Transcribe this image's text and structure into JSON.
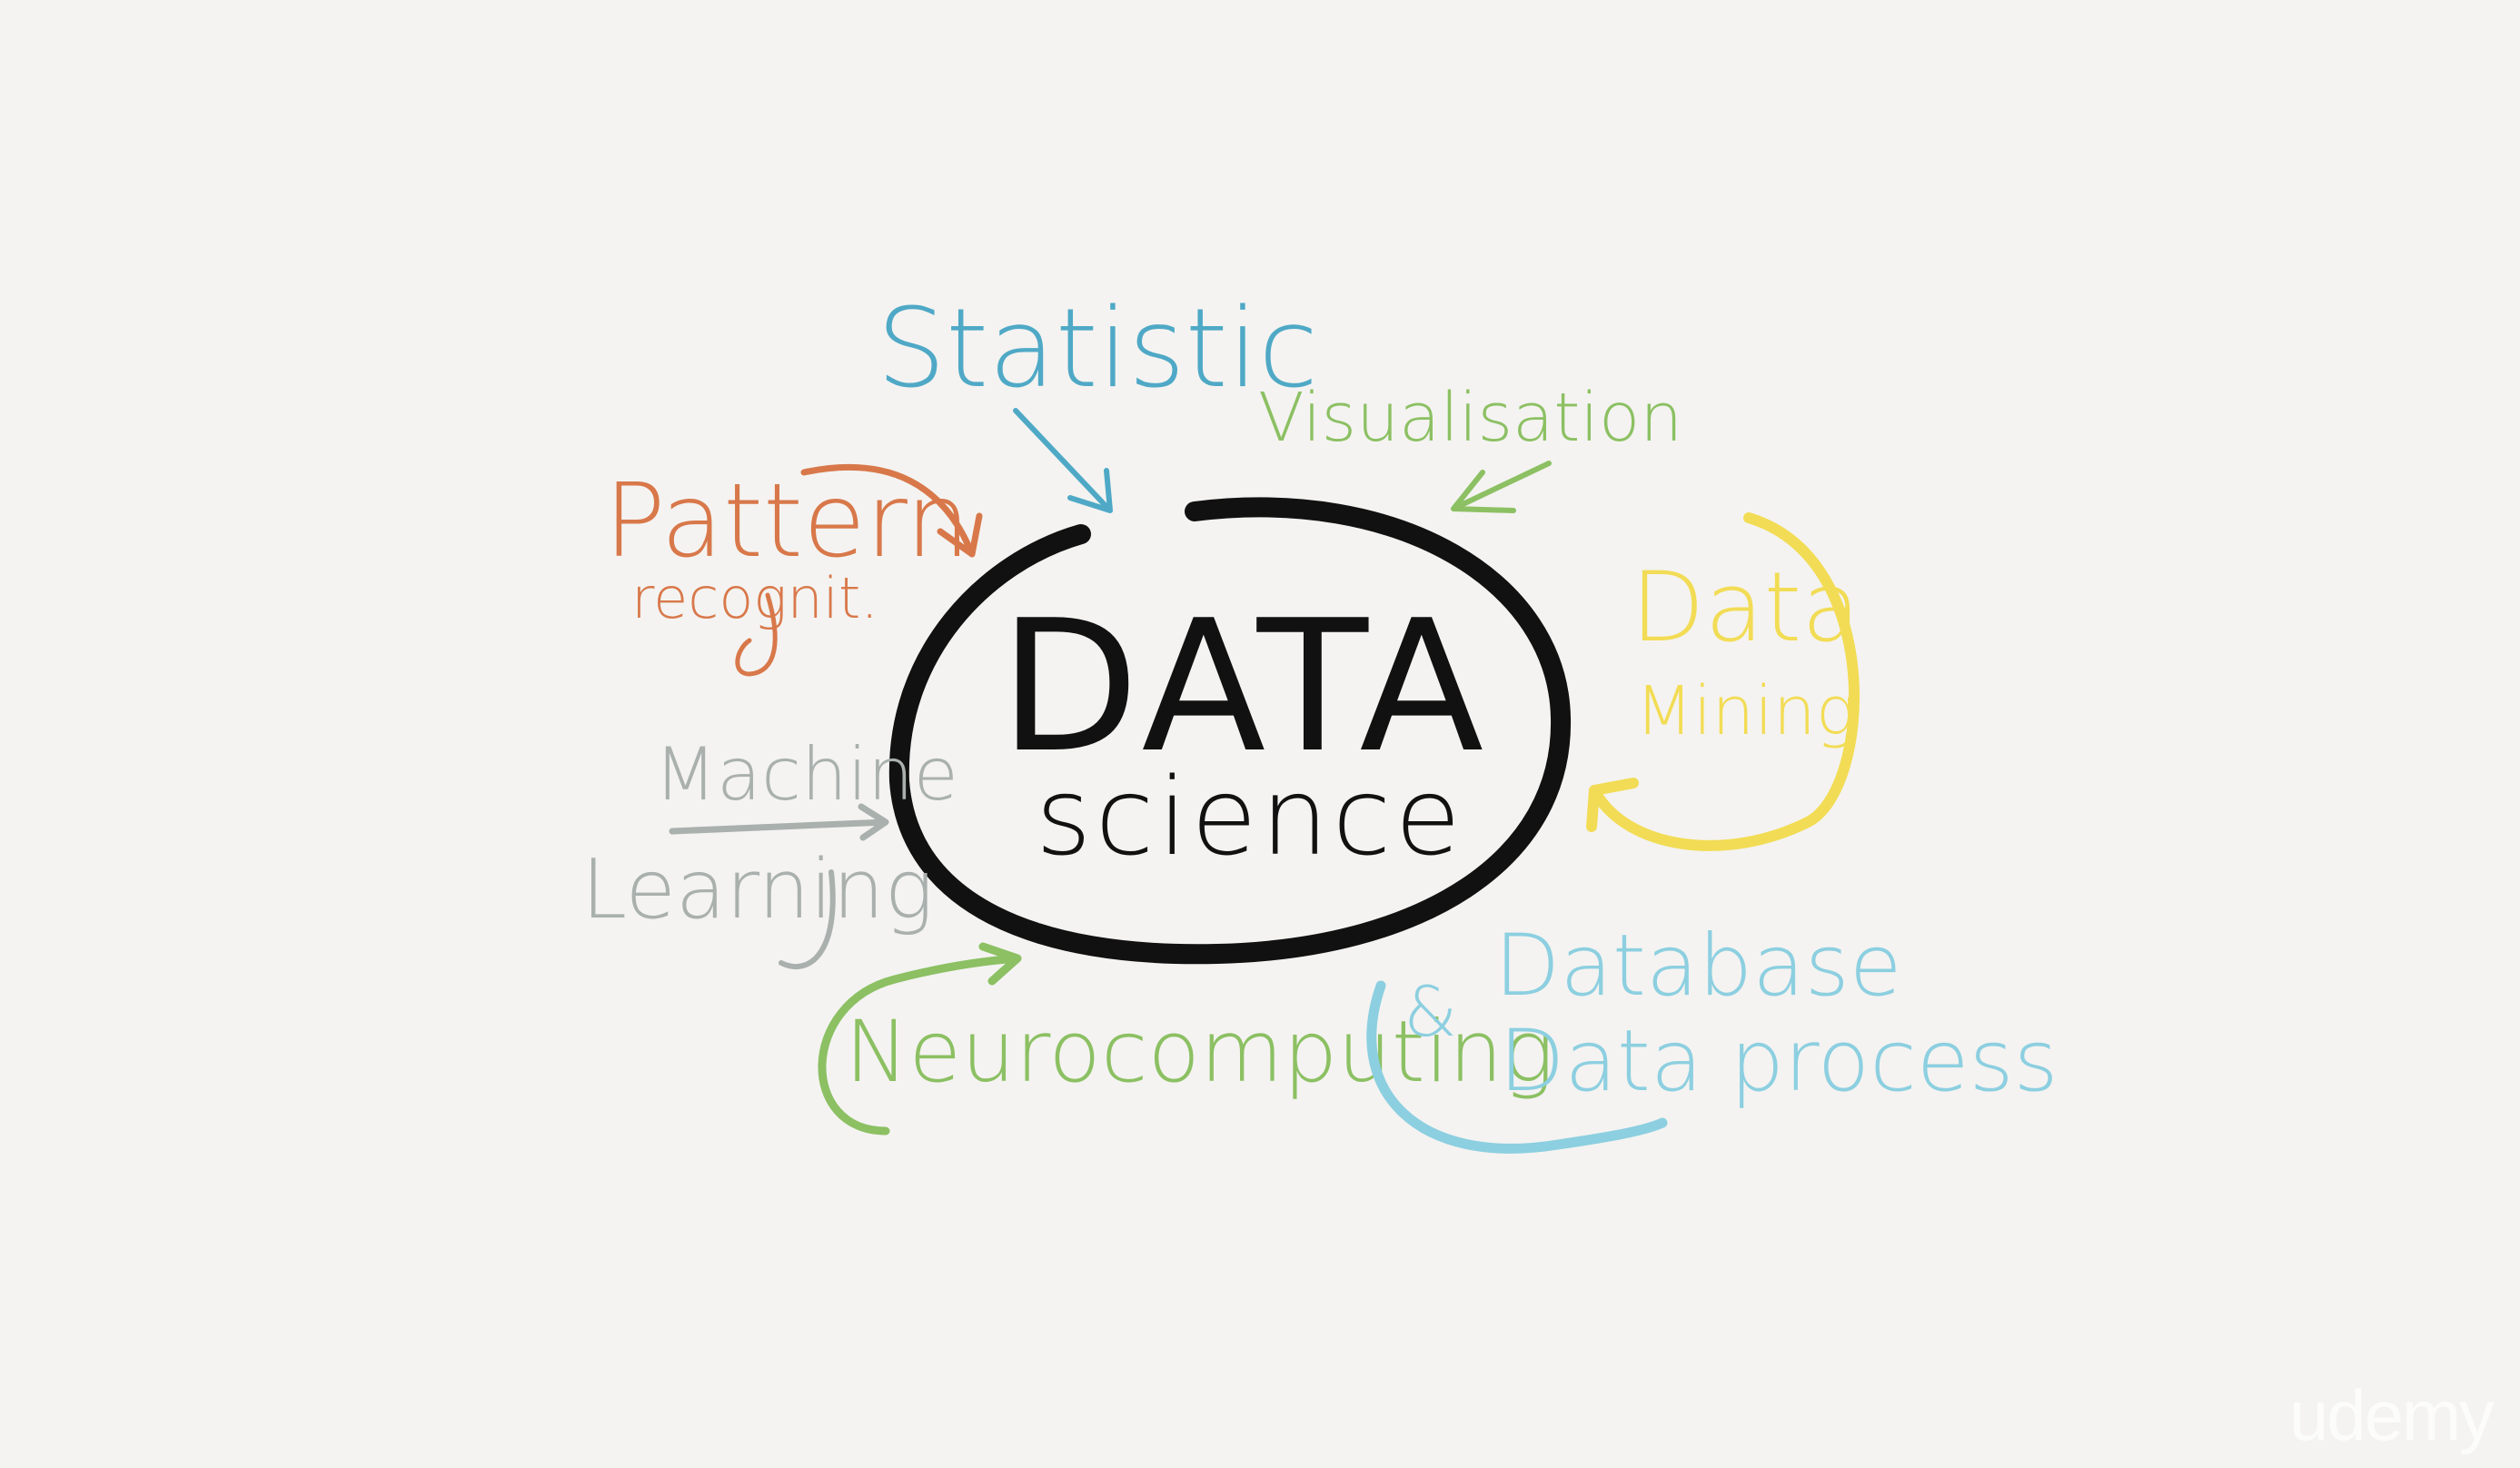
{
  "diagram": {
    "center": {
      "title": "DATA",
      "subtitle": "science",
      "color": "#111111"
    },
    "nodes": [
      {
        "id": "statistic",
        "label": "Statistic",
        "color": "#4fa9c6"
      },
      {
        "id": "visualisation",
        "label": "Visualisation",
        "color": "#8cc063"
      },
      {
        "id": "pattern",
        "label_lines": [
          "Pattern",
          "recognit."
        ],
        "color": "#d8784a"
      },
      {
        "id": "data-mining",
        "label_lines": [
          "Data",
          "Mining"
        ],
        "color": "#f2dc55"
      },
      {
        "id": "machine-learning",
        "label_lines": [
          "Machine",
          "Learning"
        ],
        "color": "#a9b0ae"
      },
      {
        "id": "neurocomputing",
        "label": "Neurocomputing",
        "color": "#8cc063"
      },
      {
        "id": "database",
        "label_lines": [
          "Database",
          "Data process"
        ],
        "prefix": "&",
        "color": "#8ccfe0"
      }
    ]
  },
  "watermark": {
    "text": "udemy"
  }
}
